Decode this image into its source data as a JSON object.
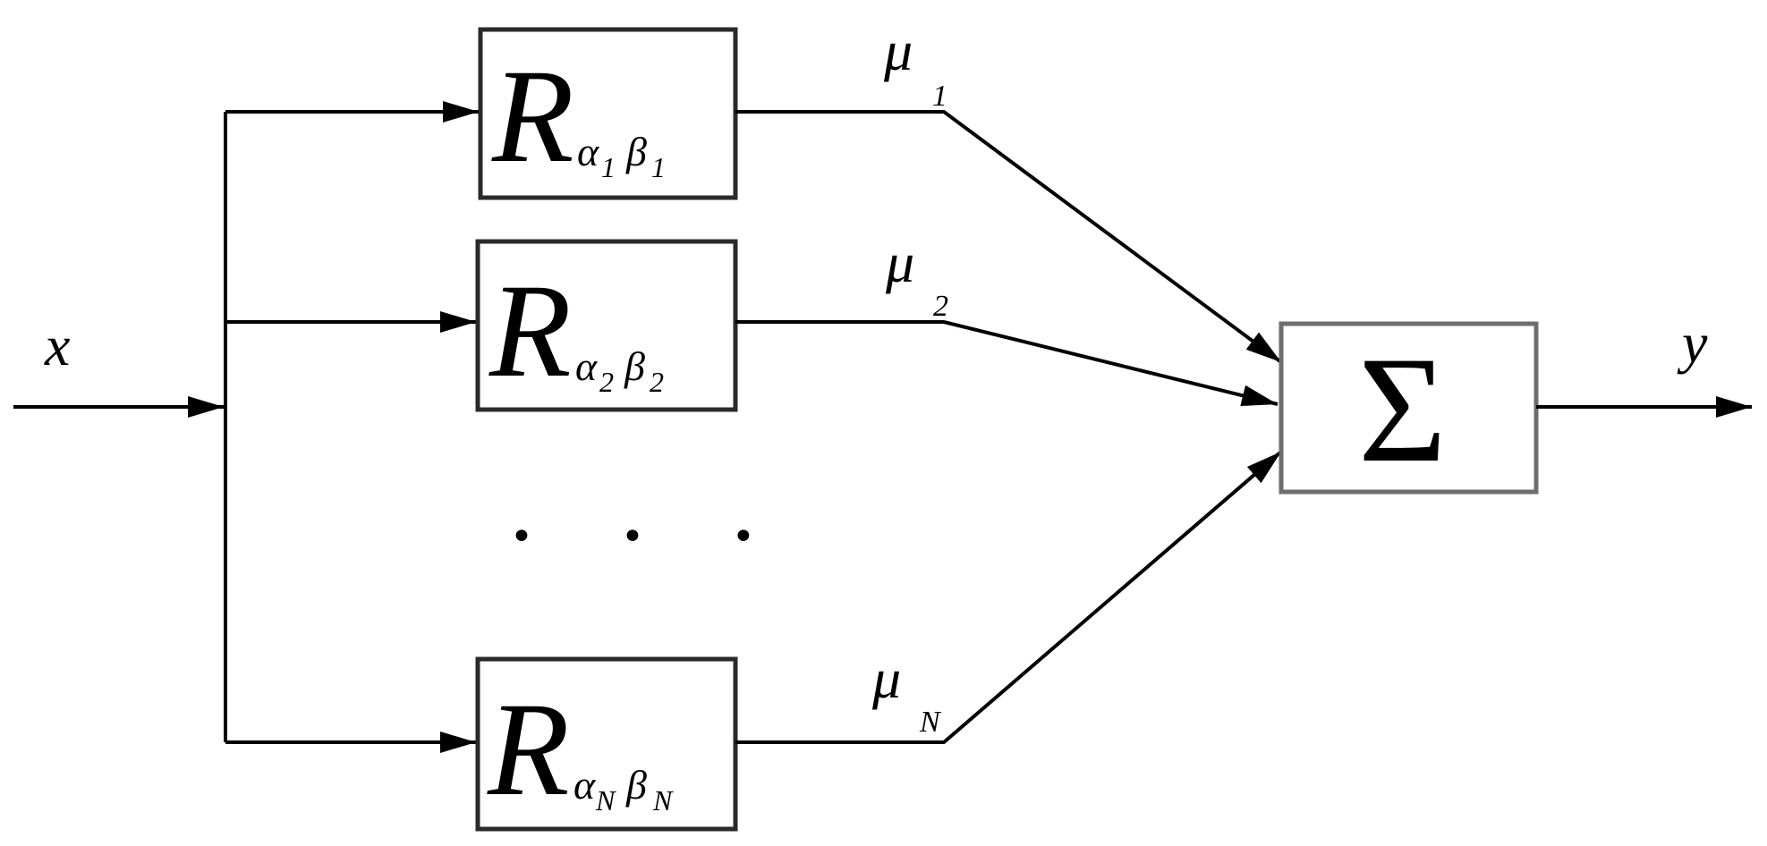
{
  "input_label": "x",
  "output_label": "y",
  "blocks": [
    {
      "main": "R",
      "sub_a": "α",
      "sub_a_idx": "1",
      "sub_b": "β",
      "sub_b_idx": "1",
      "weight": "μ",
      "weight_idx": "1"
    },
    {
      "main": "R",
      "sub_a": "α",
      "sub_a_idx": "2",
      "sub_b": "β",
      "sub_b_idx": "2",
      "weight": "μ",
      "weight_idx": "2"
    },
    {
      "main": "R",
      "sub_a": "α",
      "sub_a_idx": "N",
      "sub_b": "β",
      "sub_b_idx": "N",
      "weight": "μ",
      "weight_idx": "N"
    }
  ],
  "sum_symbol": "Σ",
  "ellipsis": "• • •"
}
